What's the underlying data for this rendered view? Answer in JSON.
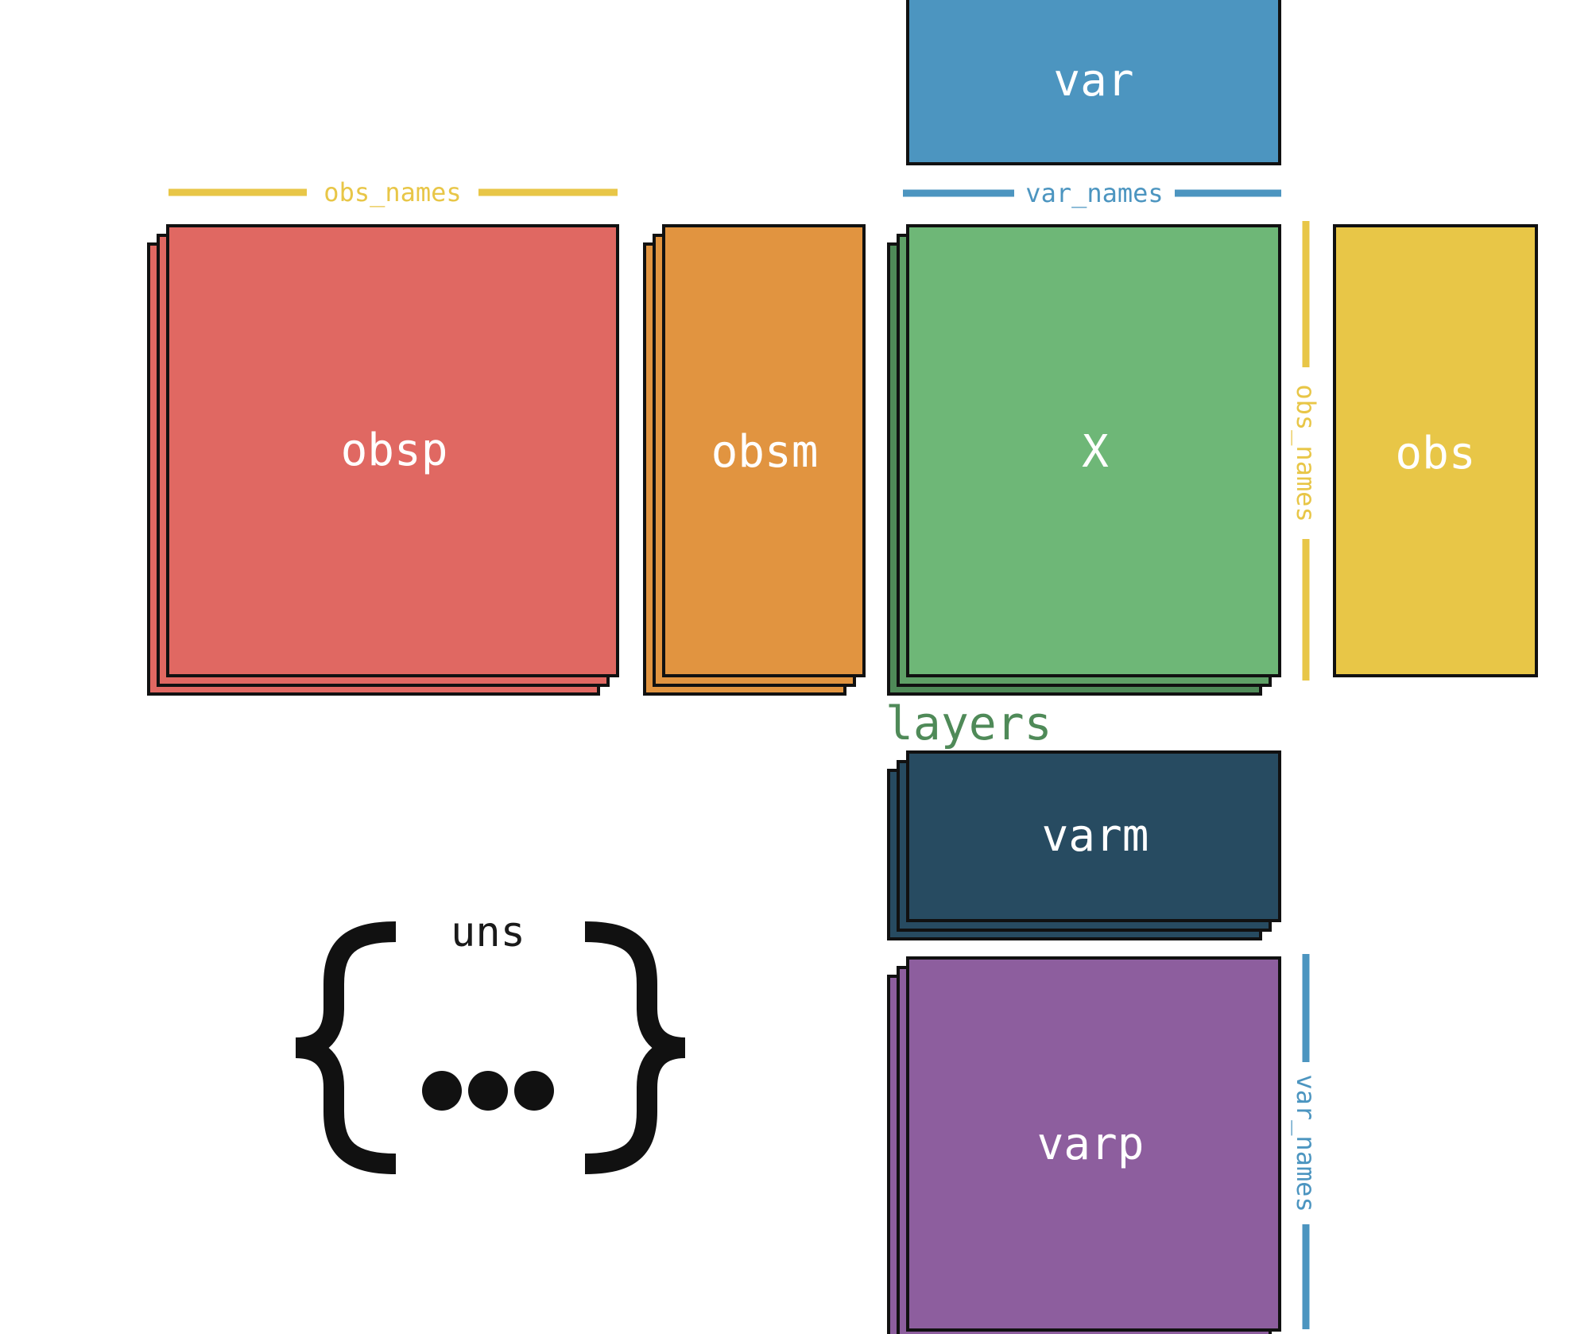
{
  "diagram": {
    "blocks": {
      "var": {
        "label": "var",
        "color": "#4c95c0"
      },
      "obsp": {
        "label": "obsp",
        "color": "#e06862"
      },
      "obsm": {
        "label": "obsm",
        "color": "#e19440"
      },
      "X": {
        "label": "X",
        "color": "#6eb777"
      },
      "obs": {
        "label": "obs",
        "color": "#e8c647"
      },
      "varm": {
        "label": "varm",
        "color": "#274b61"
      },
      "varp": {
        "label": "varp",
        "color": "#8d5e9e"
      }
    },
    "annotations": {
      "obs_names_top": {
        "label": "obs_names",
        "color": "#e8c647"
      },
      "var_names_top": {
        "label": "var_names",
        "color": "#4c95c0"
      },
      "obs_names_side": {
        "label": "obs_names",
        "color": "#e8c647"
      },
      "var_names_side": {
        "label": "var_names",
        "color": "#4c95c0"
      },
      "layers": {
        "label": "layers",
        "color": "#4f8a58"
      }
    },
    "uns": {
      "label": "uns"
    }
  }
}
